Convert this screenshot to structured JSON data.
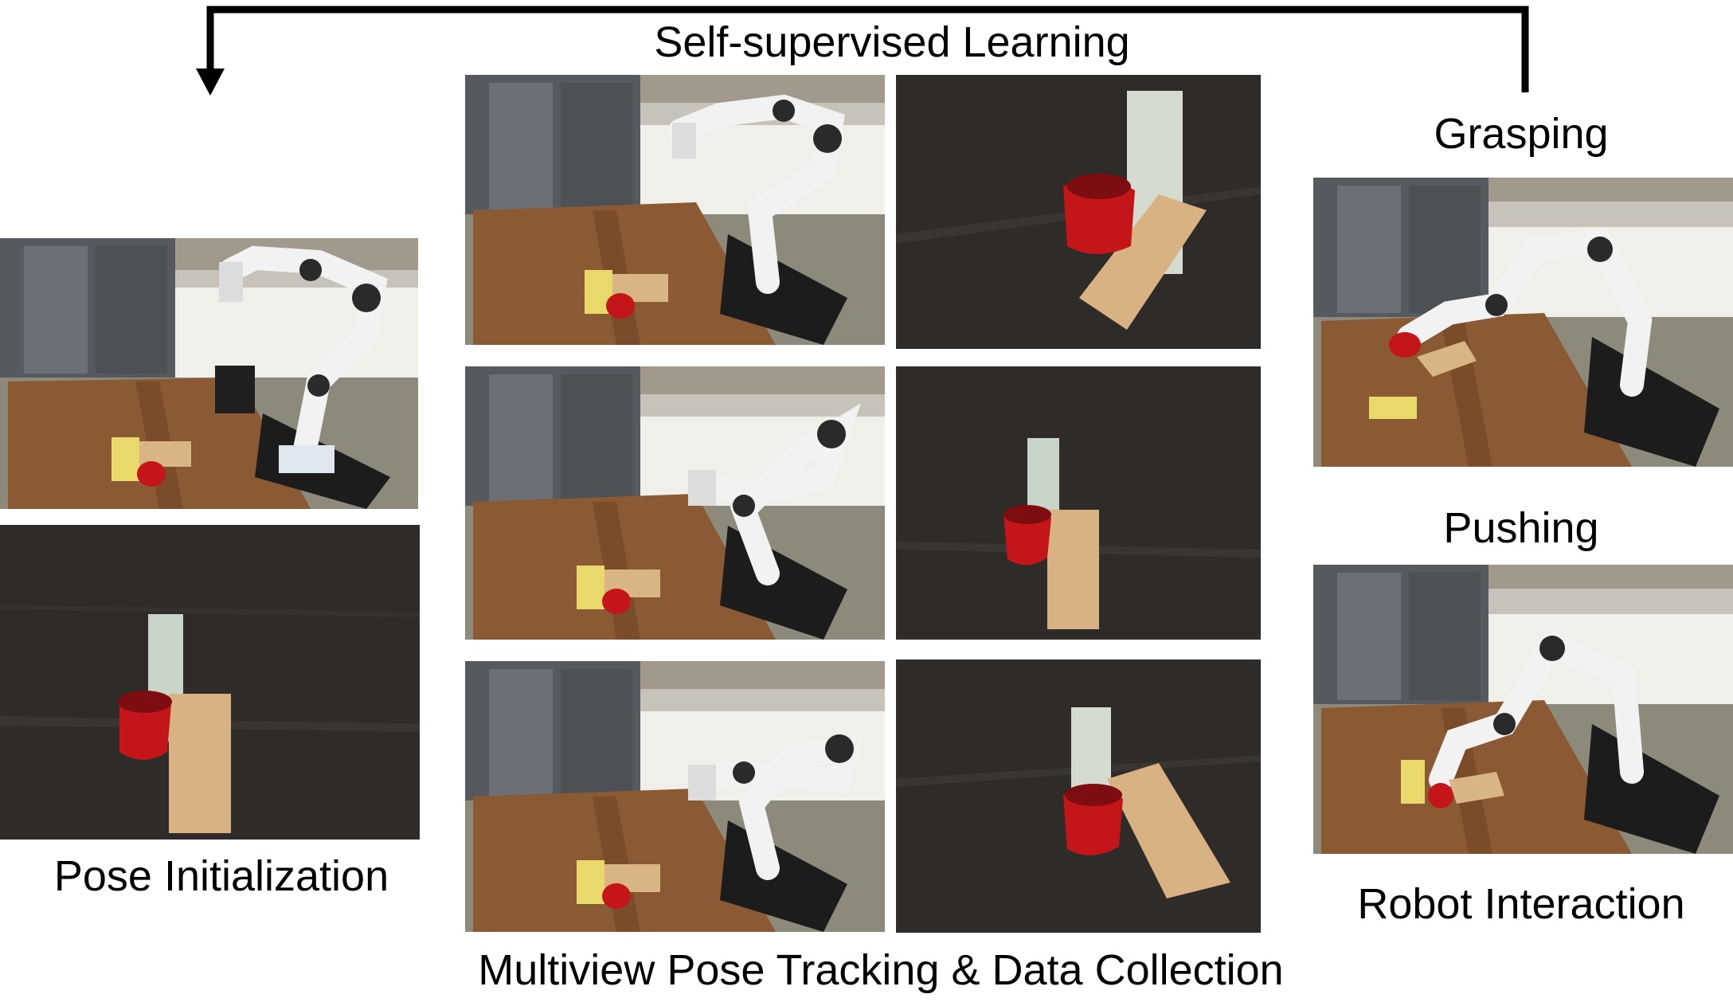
{
  "diagram": {
    "top_label": "Self-supervised Learning",
    "left_label": "Pose Initialization",
    "center_label": "Multiview Pose Tracking & Data Collection",
    "right_label": "Robot Interaction",
    "right_sub_labels": {
      "grasping": "Grasping",
      "pushing": "Pushing"
    }
  },
  "colors": {
    "arrow": "#000000",
    "tabletop": "#8a5a34",
    "dark_table": "#2b2826",
    "mug": "#c4151a",
    "wood_block": "#d9b585",
    "sugar_box": "#e9d96a",
    "robot_white": "#f2f2f2",
    "robot_dark": "#2a2a2a",
    "floor": "#8c8778",
    "cabinet": "#f3f1ec",
    "fridge": "#5b5e63"
  }
}
